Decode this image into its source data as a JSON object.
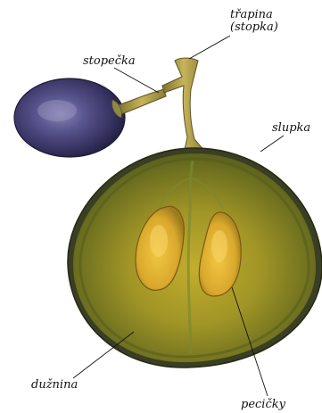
{
  "labels": {
    "trapina_line1": "třapina",
    "trapina_line2": "(stopka)",
    "stopecka": "stopečka",
    "slupka": "slupka",
    "duznina": "dužnina",
    "pecicky": "pecičky"
  },
  "colors": {
    "berry_skin": "#3d3a6e",
    "flesh_outer": "#6f7420",
    "flesh_inner": "#b7a52a",
    "seed": "#e0b232",
    "stem": "#9a8a3e"
  }
}
